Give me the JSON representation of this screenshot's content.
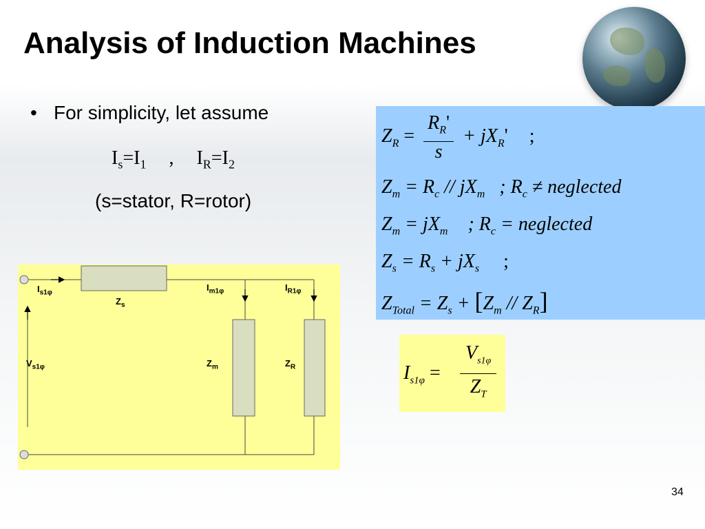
{
  "slide": {
    "title": "Analysis of Induction Machines",
    "page_number": "34"
  },
  "bullet": {
    "text": "For simplicity, let assume",
    "equation_left": {
      "I": "I",
      "sub_s": "s",
      "eq": "=",
      "I1": "I",
      "sub_1": "1",
      "sep": ","
    },
    "equation_right": {
      "I": "I",
      "sub_R": "R",
      "eq": "=",
      "I2": "I",
      "sub_2": "2"
    },
    "note": "(s=stator, R=rotor)"
  },
  "equations": {
    "zr": {
      "lhs": "Z",
      "lhs_sub": "R",
      "num": "R",
      "num_sub": "R",
      "num_prime": "'",
      "den": "s",
      "tail": "+ jX",
      "tail_sub": "R",
      "tail_prime": "'",
      "end": ";"
    },
    "zm1": {
      "lhs": "Z",
      "lhs_sub": "m",
      "rhs1": "= R",
      "rhs1_sub": "c",
      "rhs2": "// jX",
      "rhs2_sub": "m",
      "cond": "; R",
      "cond_sub": "c",
      "cond_tail": "≠ neglected"
    },
    "zm2": {
      "lhs": "Z",
      "lhs_sub": "m",
      "rhs1": "= jX",
      "rhs1_sub": "m",
      "cond": "; R",
      "cond_sub": "c",
      "cond_tail": "= neglected"
    },
    "zs": {
      "lhs": "Z",
      "lhs_sub": "s",
      "rhs1": "= R",
      "rhs1_sub": "s",
      "rhs2": "+ jX",
      "rhs2_sub": "s",
      "end": ";"
    },
    "ztotal": {
      "lhs": "Z",
      "lhs_sub": "Total",
      "rhs1": "= Z",
      "rhs1_sub": "s",
      "rhs2": "+",
      "open": "[",
      "z1": "Z",
      "z1_sub": "m",
      "par": "//",
      "z2": "Z",
      "z2_sub": "R",
      "close": "]"
    }
  },
  "current_eq": {
    "lhs": "I",
    "lhs_sub": "s1φ",
    "eq": "=",
    "num": "V",
    "num_sub": "s1φ",
    "den": "Z",
    "den_sub": "T"
  },
  "circuit": {
    "is_label": "I",
    "is_sub": "s1φ",
    "zs_label": "Z",
    "zs_sub": "s",
    "im_label": "I",
    "im_sub": "m1φ",
    "ir_label": "I",
    "ir_sub": "R1φ",
    "vs_label": "V",
    "vs_sub": "s1φ",
    "zm_label": "Z",
    "zm_sub": "m",
    "zr_label": "Z",
    "zr_sub": "R"
  },
  "colors": {
    "equation_box": "#9ccfff",
    "circuit_bg": "#ffff99",
    "resistor_fill": "#d9dec0"
  }
}
